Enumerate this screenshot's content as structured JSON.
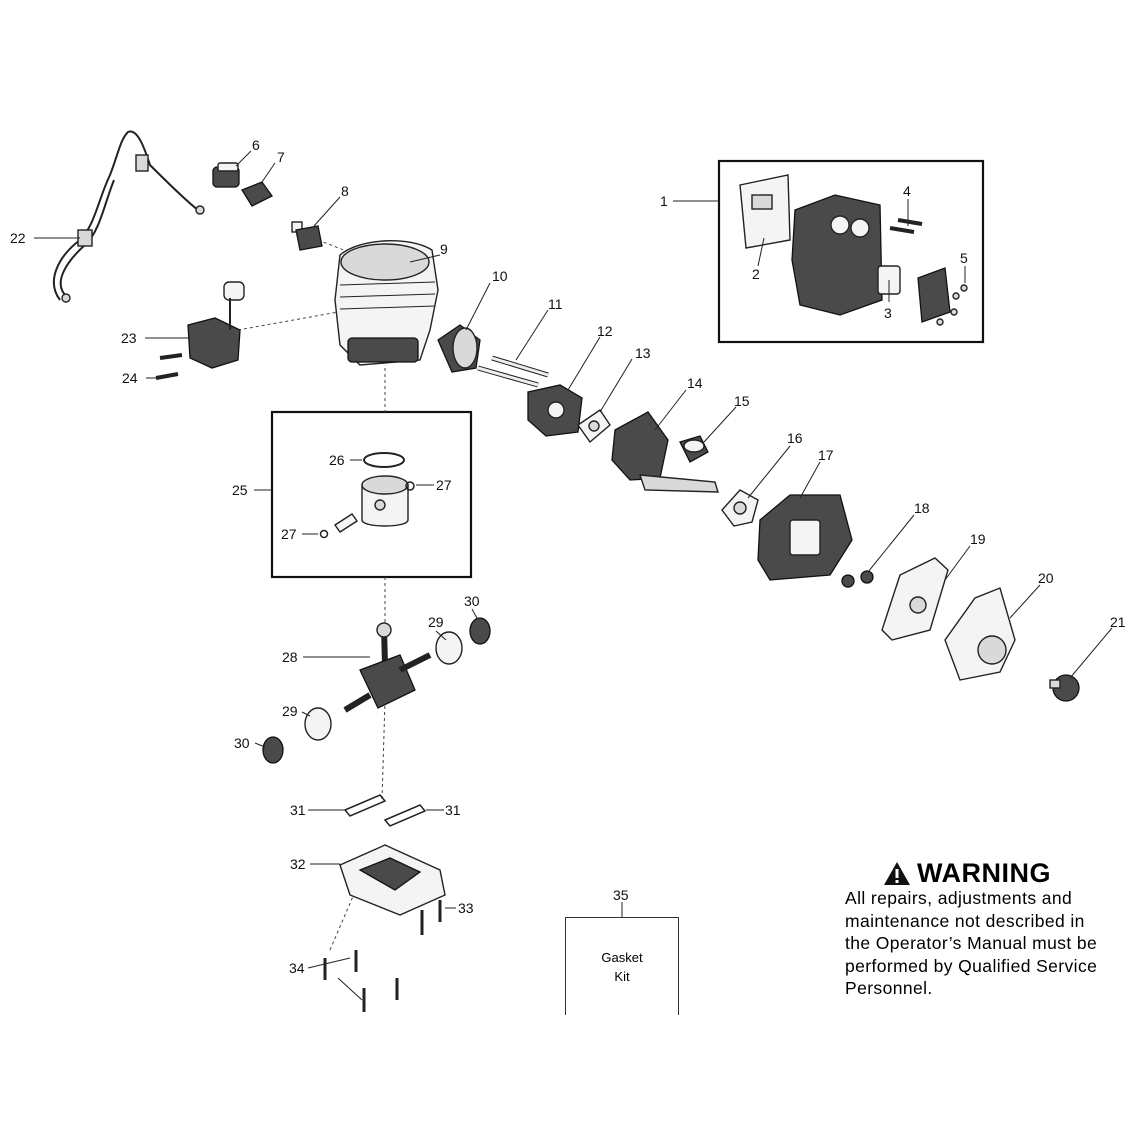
{
  "callouts": {
    "c1": "1",
    "c2": "2",
    "c3": "3",
    "c4": "4",
    "c5": "5",
    "c6": "6",
    "c7": "7",
    "c8": "8",
    "c9": "9",
    "c10": "10",
    "c11": "11",
    "c12": "12",
    "c13": "13",
    "c14": "14",
    "c15": "15",
    "c16": "16",
    "c17": "17",
    "c18": "18",
    "c19": "19",
    "c20": "20",
    "c21": "21",
    "c22": "22",
    "c23": "23",
    "c24": "24",
    "c25": "25",
    "c26": "26",
    "c27": "27",
    "c28": "28",
    "c29": "29",
    "c30": "30",
    "c31": "31",
    "c32": "32",
    "c33": "33",
    "c34": "34",
    "c35": "35"
  },
  "gasket_kit": {
    "line1": "Gasket",
    "line2": "Kit"
  },
  "warning": {
    "title": "WARNING",
    "lines": [
      "All repairs, adjustments and",
      "maintenance not described in",
      "the Operator’s Manual must be",
      "performed by Qualified Service",
      "Personnel."
    ]
  }
}
